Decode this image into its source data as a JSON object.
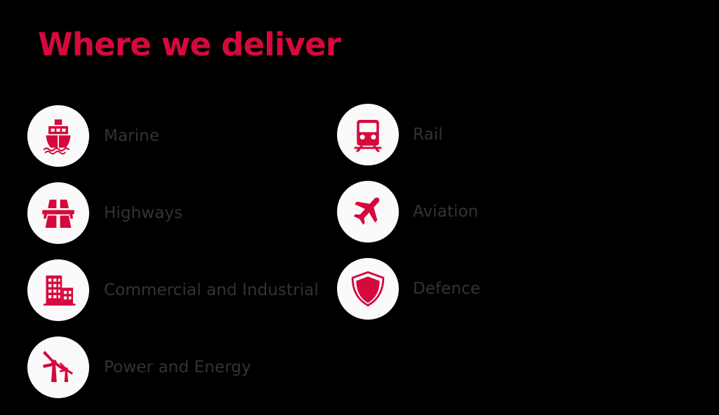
{
  "page": {
    "background_color": "#000000",
    "accent_color": "#d6093c",
    "badge_color": "#fafafa",
    "label_color": "#333333"
  },
  "header": {
    "title": "Where we deliver"
  },
  "sectors": {
    "left_column": [
      {
        "label": "Marine",
        "icon": "ship-icon"
      },
      {
        "label": "Highways",
        "icon": "motorway-icon"
      },
      {
        "label": "Commercial and Industrial",
        "icon": "buildings-icon"
      },
      {
        "label": "Power and Energy",
        "icon": "wind-turbine-icon"
      }
    ],
    "right_column": [
      {
        "label": "Rail",
        "icon": "train-icon"
      },
      {
        "label": "Aviation",
        "icon": "airplane-icon"
      },
      {
        "label": "Defence",
        "icon": "shield-icon"
      }
    ]
  }
}
